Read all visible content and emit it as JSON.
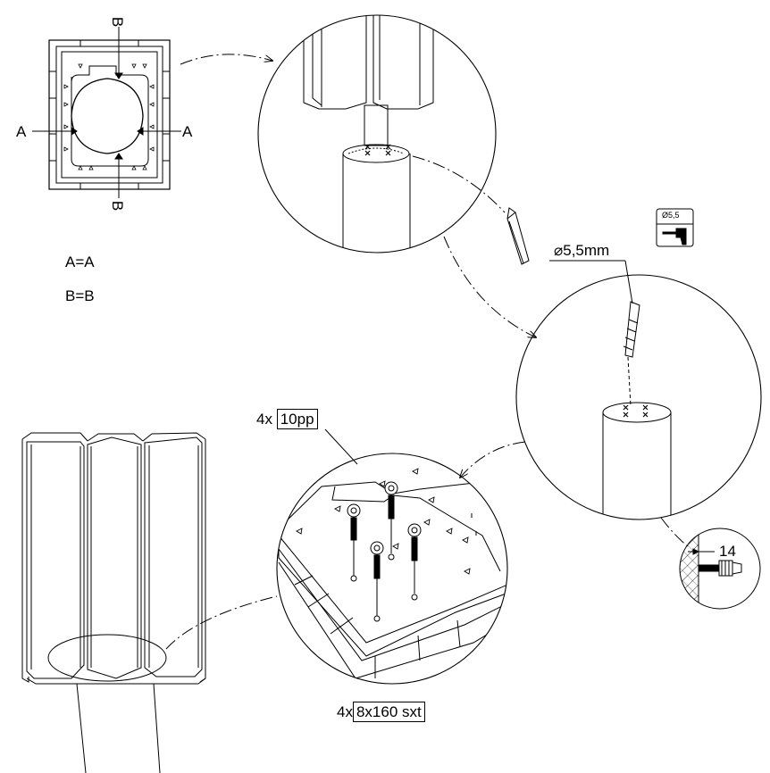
{
  "section_marks": {
    "a": "A",
    "b": "B"
  },
  "equations": {
    "a": "A=A",
    "b": "B=B"
  },
  "drill": {
    "diameter_symbol": "⌀",
    "diameter_value": "5,5mm",
    "icon_label": "Ø5,5"
  },
  "depth_dimension": "14",
  "plugs": {
    "qty": "4x",
    "code": "10pp"
  },
  "screws": {
    "qty": "4x",
    "code": "8x160 sxt"
  }
}
